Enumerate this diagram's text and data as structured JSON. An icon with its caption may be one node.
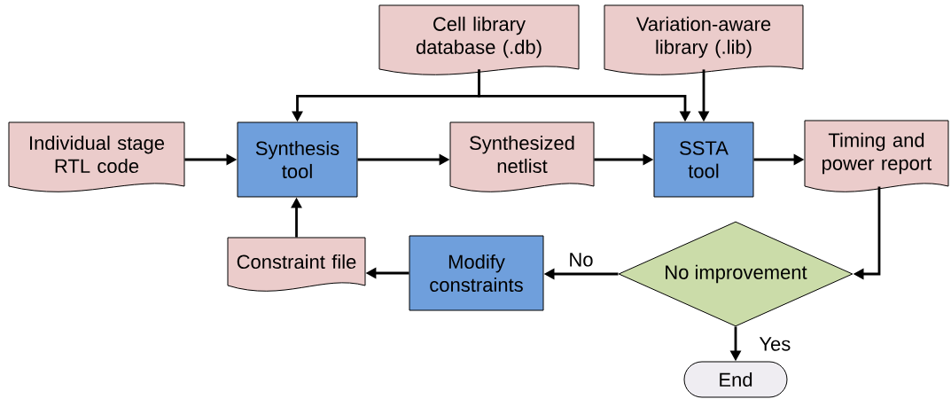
{
  "diagram": {
    "nodes": [
      {
        "text": [
          "Cell library database (.db)"
        ]
      },
      {
        "text": [
          "Variation-aware library (.lib)"
        ]
      },
      {
        "text": [
          "Individual stage RTL code"
        ]
      },
      {
        "text": [
          "Synthesis tool"
        ]
      },
      {
        "text": [
          "Synthesized netlist"
        ]
      },
      {
        "text": [
          "SSTA tool"
        ]
      },
      {
        "text": [
          "Timing and power report"
        ]
      },
      {
        "text": [
          "Constraint file"
        ]
      },
      {
        "text": [
          "Modify constraints"
        ]
      },
      {
        "text": [
          "No improvement"
        ]
      },
      {
        "text": [
          "End"
        ]
      }
    ],
    "edges": [
      {
        "from": 0,
        "to": 3,
        "arrow": "to"
      },
      {
        "from": 0,
        "to": 5,
        "arrow": "to"
      },
      {
        "from": 1,
        "to": 5,
        "arrow": "to"
      },
      {
        "from": 2,
        "to": 3,
        "arrow": "to"
      },
      {
        "from": 3,
        "to": 4,
        "arrow": "to"
      },
      {
        "from": 4,
        "to": 5,
        "arrow": "to"
      },
      {
        "from": 5,
        "to": 6,
        "arrow": "to"
      },
      {
        "from": 6,
        "to": 9,
        "arrow": "to"
      },
      {
        "from": 9,
        "to": 8,
        "arrow": "to",
        "label": "No"
      },
      {
        "from": 8,
        "to": 7,
        "arrow": "to"
      },
      {
        "from": 7,
        "to": 3,
        "arrow": "to"
      },
      {
        "from": 9,
        "to": 10,
        "arrow": "to",
        "label": "Yes"
      }
    ]
  }
}
